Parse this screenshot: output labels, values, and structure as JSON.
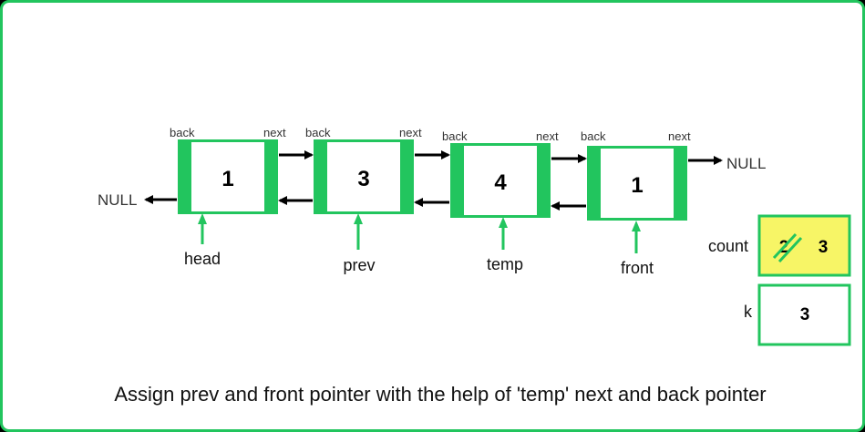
{
  "nodes": [
    {
      "value": "1",
      "back_label": "back",
      "next_label": "next"
    },
    {
      "value": "3",
      "back_label": "back",
      "next_label": "next"
    },
    {
      "value": "4",
      "back_label": "back",
      "next_label": "next"
    },
    {
      "value": "1",
      "back_label": "back",
      "next_label": "next"
    }
  ],
  "null_left": "NULL",
  "null_right": "NULL",
  "pointers": [
    "head",
    "prev",
    "temp",
    "front"
  ],
  "count": {
    "label": "count",
    "old_value": "2",
    "value": "3",
    "highlight_color": "#f7f566"
  },
  "k": {
    "label": "k",
    "value": "3"
  },
  "caption": "Assign prev and front pointer with the help of 'temp' next and back pointer",
  "colors": {
    "accent": "#22c55e",
    "ink": "#000000"
  }
}
